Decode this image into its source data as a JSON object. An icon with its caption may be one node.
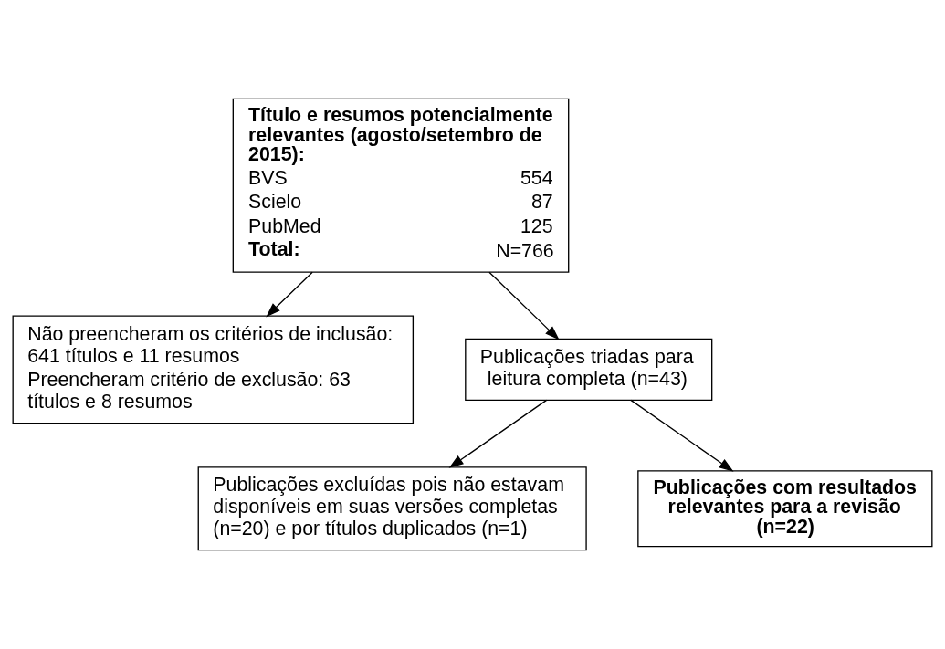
{
  "diagram": {
    "nodes": [
      {
        "text": [
          "Título e resumos potencialmente relevantes (agosto/setembro de 2015):",
          "BVS",
          "554",
          "Scielo",
          "87",
          "PubMed",
          "125",
          "Total:",
          "N=766"
        ]
      },
      {
        "text": [
          "Não preencheram os critérios de inclusão: 641 títulos e 11 resumos",
          "Preencheram critério de exclusão: 63 títulos e 8 resumos"
        ]
      },
      {
        "text": [
          "Publicações triadas para leitura completa (n=43)"
        ]
      },
      {
        "text": [
          "Publicações excluídas pois não estavam disponíveis em suas versões completas (n=20) e por títulos duplicados (n=1)"
        ]
      },
      {
        "text": [
          "Publicações com resultados relevantes para a revisão (n=22)"
        ]
      }
    ],
    "edges": [
      {
        "from": 0,
        "to": 2,
        "arrow": "to"
      },
      {
        "from": 0,
        "to": 1,
        "arrow": "to"
      },
      {
        "from": 2,
        "to": 4,
        "arrow": "to"
      },
      {
        "from": 2,
        "to": 3,
        "arrow": "to"
      }
    ]
  }
}
